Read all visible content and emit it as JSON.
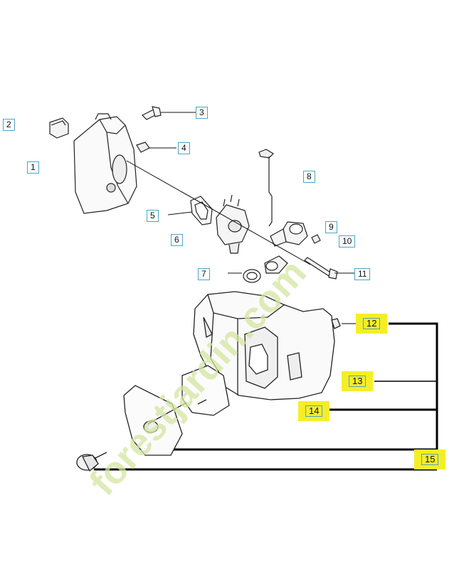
{
  "diagram": {
    "callouts": [
      {
        "id": "1",
        "label": "1"
      },
      {
        "id": "2",
        "label": "2"
      },
      {
        "id": "3",
        "label": "3"
      },
      {
        "id": "4",
        "label": "4"
      },
      {
        "id": "5",
        "label": "5"
      },
      {
        "id": "6",
        "label": "6"
      },
      {
        "id": "7",
        "label": "7"
      },
      {
        "id": "8",
        "label": "8"
      },
      {
        "id": "9",
        "label": "9"
      },
      {
        "id": "10",
        "label": "10"
      },
      {
        "id": "11",
        "label": "11"
      },
      {
        "id": "12",
        "label": "12"
      },
      {
        "id": "13",
        "label": "13"
      },
      {
        "id": "14",
        "label": "14"
      },
      {
        "id": "15",
        "label": "15"
      }
    ],
    "watermark": "forestjardin.com",
    "colors": {
      "highlight": "#f5ee27",
      "callout_border": "#4aa6c6",
      "watermark_green": "#d3e6a0",
      "watermark_orange": "#f3c27a",
      "watermark_gray": "#c9c1b6",
      "line": "#000000"
    }
  }
}
